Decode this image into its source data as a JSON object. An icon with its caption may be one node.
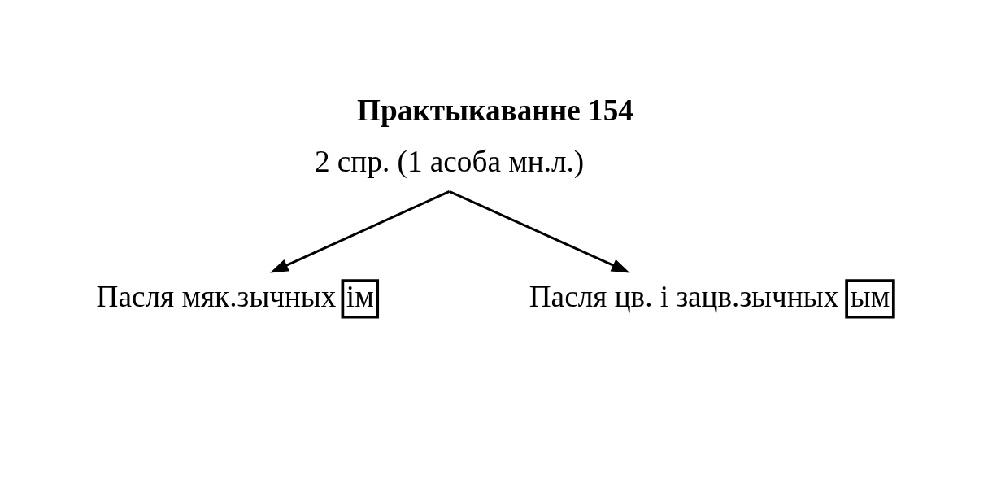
{
  "diagram": {
    "title": "Практыкаванне 154",
    "nodes": [
      {
        "text": [
          "2 спр. (1 асоба мн.л.)"
        ]
      },
      {
        "text": [
          "Пасля мяк.зычных"
        ]
      },
      {
        "text": [
          "ім"
        ]
      },
      {
        "text": [
          "Пасля цв. і зацв.зычных"
        ]
      },
      {
        "text": [
          "ым"
        ]
      }
    ],
    "edges": [
      {
        "from": 0,
        "to": 1,
        "arrow": "to"
      },
      {
        "from": 0,
        "to": 3,
        "arrow": "to"
      }
    ]
  }
}
